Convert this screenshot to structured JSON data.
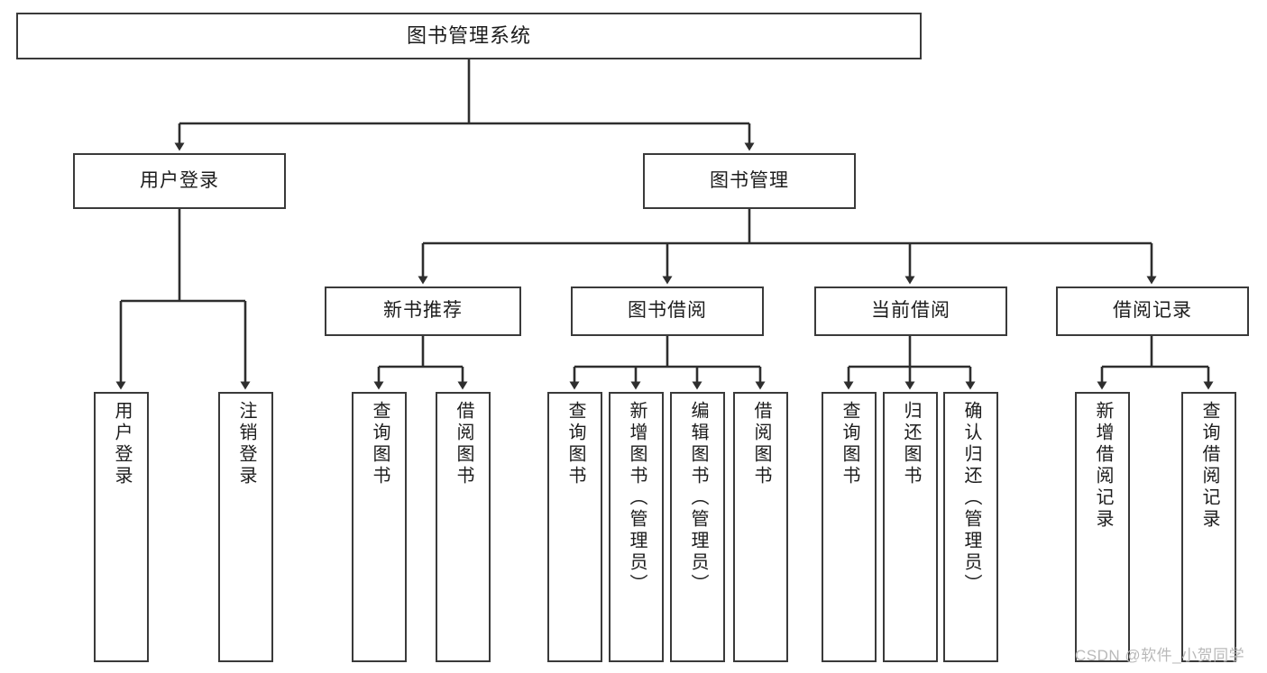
{
  "diagram": {
    "title": "图书管理系统",
    "type": "tree-hierarchy",
    "levels": [
      {
        "level": 1,
        "nodes": [
          {
            "id": "root",
            "label": "图书管理系统"
          }
        ]
      },
      {
        "level": 2,
        "nodes": [
          {
            "id": "login",
            "label": "用户登录",
            "parent": "root"
          },
          {
            "id": "bookmgmt",
            "label": "图书管理",
            "parent": "root"
          }
        ]
      },
      {
        "level": 3,
        "nodes": [
          {
            "id": "newbook",
            "label": "新书推荐",
            "parent": "bookmgmt"
          },
          {
            "id": "borrow",
            "label": "图书借阅",
            "parent": "bookmgmt"
          },
          {
            "id": "current",
            "label": "当前借阅",
            "parent": "bookmgmt"
          },
          {
            "id": "records",
            "label": "借阅记录",
            "parent": "bookmgmt"
          }
        ]
      },
      {
        "level": 4,
        "nodes": [
          {
            "id": "leaf1",
            "label": "用户登录",
            "parent": "login"
          },
          {
            "id": "leaf2",
            "label": "注销登录",
            "parent": "login"
          },
          {
            "id": "leaf3",
            "label": "查询图书",
            "parent": "newbook"
          },
          {
            "id": "leaf4",
            "label": "借阅图书",
            "parent": "newbook"
          },
          {
            "id": "leaf5",
            "label": "查询图书",
            "parent": "borrow"
          },
          {
            "id": "leaf6",
            "label": "新增图书（管理员）",
            "parent": "borrow"
          },
          {
            "id": "leaf7",
            "label": "编辑图书（管理员）",
            "parent": "borrow"
          },
          {
            "id": "leaf8",
            "label": "借阅图书",
            "parent": "borrow"
          },
          {
            "id": "leaf9",
            "label": "查询图书",
            "parent": "current"
          },
          {
            "id": "leaf10",
            "label": "归还图书",
            "parent": "current"
          },
          {
            "id": "leaf11",
            "label": "确认归还（管理员）",
            "parent": "current"
          },
          {
            "id": "leaf12",
            "label": "新增借阅记录",
            "parent": "records"
          },
          {
            "id": "leaf13",
            "label": "查询借阅记录",
            "parent": "records"
          }
        ]
      }
    ],
    "colors": {
      "box_border": "#3a3a3a",
      "box_fill": "#ffffff",
      "connector": "#2e2e2e",
      "text": "#1c1c1c",
      "watermark": "#b9b9b9"
    }
  },
  "watermark": {
    "text": "CSDN @软件_小贺同学"
  }
}
